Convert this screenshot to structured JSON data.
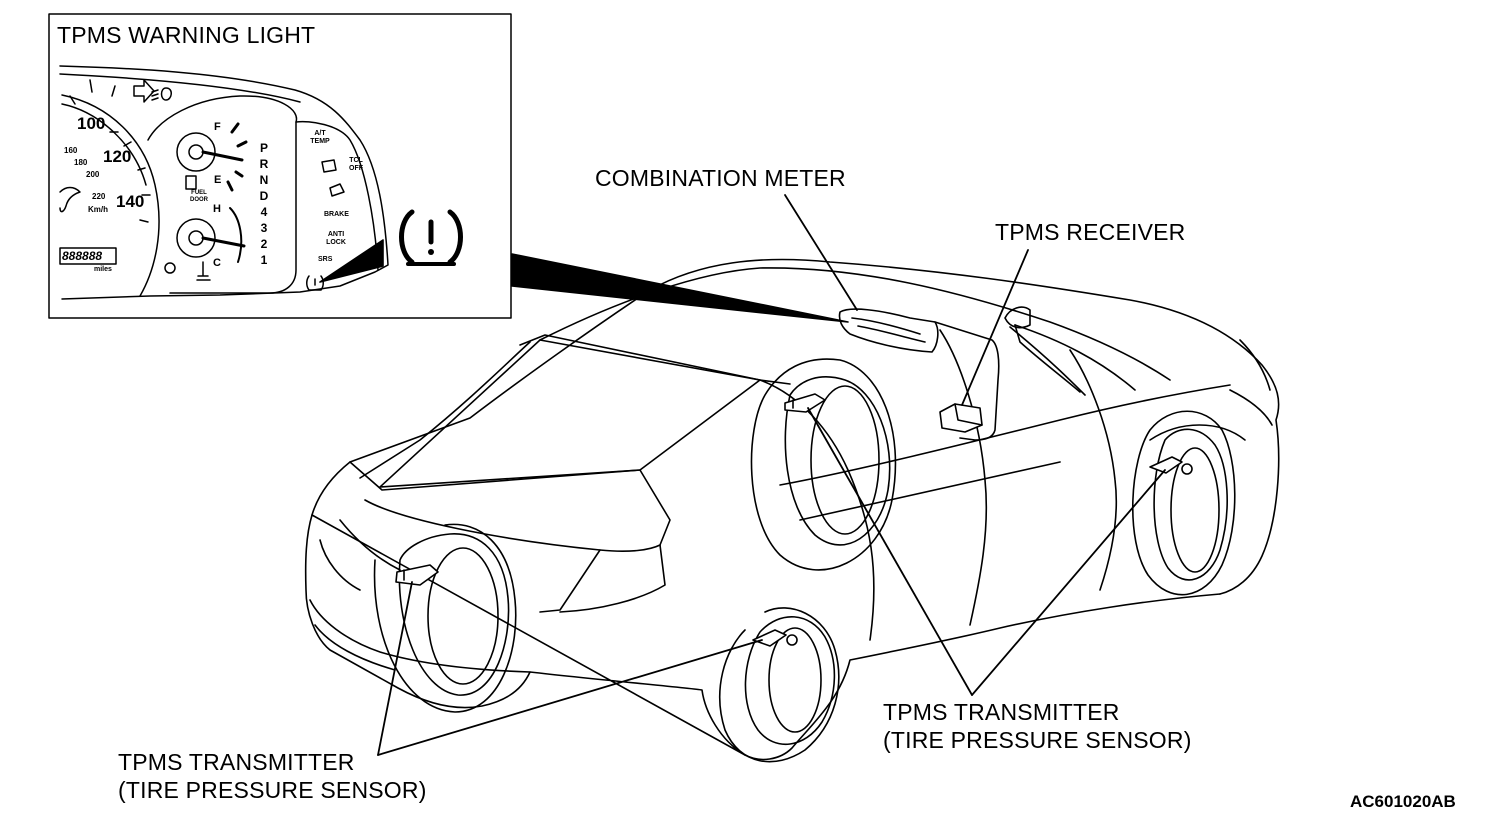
{
  "labels": {
    "warning_box_title": "TPMS WARNING LIGHT",
    "combination_meter": "COMBINATION METER",
    "receiver": "TPMS RECEIVER",
    "transmitter_right_line1": "TPMS TRANSMITTER",
    "transmitter_right_line2": "(TIRE PRESSURE SENSOR)",
    "transmitter_left_line1": "TPMS TRANSMITTER",
    "transmitter_left_line2": "(TIRE PRESSURE SENSOR)",
    "figure_code": "AC601020AB"
  },
  "cluster": {
    "speed_100": "100",
    "speed_120": "120",
    "speed_140": "140",
    "kmh_160": "160",
    "kmh_180": "180",
    "kmh_200": "200",
    "kmh_220": "220",
    "kmh_unit": "Km/h",
    "odometer": "888888",
    "odometer_unit": "miles",
    "fuel_full": "F",
    "fuel_empty": "E",
    "fuel_door": "FUEL DOOR",
    "temp_hot": "H",
    "temp_cold": "C",
    "gears": [
      "P",
      "R",
      "N",
      "D",
      "4",
      "3",
      "2",
      "1"
    ],
    "at_temp": "A/T TEMP",
    "tcl_off": "TCL OFF",
    "brake": "BRAKE",
    "anti_lock": "ANTI LOCK",
    "srs": "SRS"
  },
  "icons": [
    "tpms-warning-icon",
    "turn-signal-icon",
    "fog-light-icon",
    "fuel-pump-icon",
    "coolant-icon",
    "oil-icon",
    "slip-icon"
  ]
}
